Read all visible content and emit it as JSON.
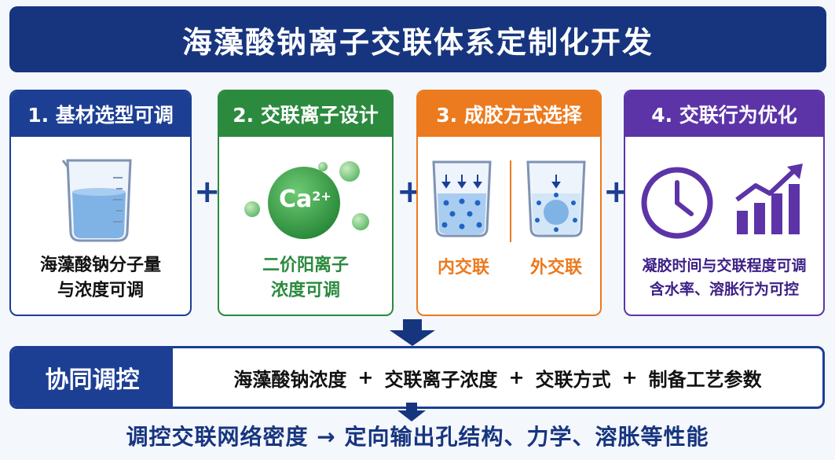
{
  "title": "海藻酸钠离子交联体系定制化开发",
  "cards": [
    {
      "header": "1. 基材选型可调",
      "caption_line1": "海藻酸钠分子量",
      "caption_line2": "与浓度可调"
    },
    {
      "header": "2. 交联离子设计",
      "ion_main": "Ca",
      "ion_sup": "2+",
      "caption_line1": "二价阳离子",
      "caption_line2": "浓度可调"
    },
    {
      "header": "3. 成胶方式选择",
      "label_left": "内交联",
      "label_right": "外交联"
    },
    {
      "header": "4. 交联行为优化",
      "caption_line1": "凝胶时间与交联程度可调",
      "caption_line2": "含水率、溶胀行为可控"
    }
  ],
  "plus_sign": "+",
  "coordination": {
    "label": "协同调控",
    "items": [
      "海藻酸钠浓度",
      "交联离子浓度",
      "交联方式",
      "制备工艺参数"
    ],
    "separator": "+"
  },
  "conclusion": "调控交联网络密度 → 定向输出孔结构、力学、溶胀等性能",
  "colors": {
    "title_bg": "#17357f",
    "card1": "#1c3f94",
    "card2": "#2b8a3e",
    "card3": "#ec7a1e",
    "card4": "#5c34a8"
  }
}
